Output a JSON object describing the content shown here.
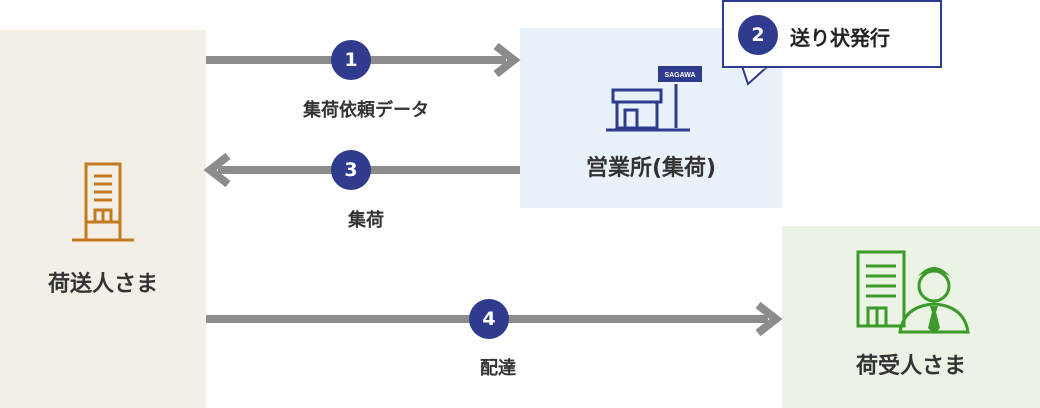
{
  "sender": {
    "label": "荷送人さま"
  },
  "office": {
    "label": "営業所(集荷)",
    "sign": "SAGAWA"
  },
  "receiver": {
    "label": "荷受人さま"
  },
  "steps": [
    {
      "number": "1",
      "label": "集荷依頼データ"
    },
    {
      "number": "2",
      "label": "送り状発行"
    },
    {
      "number": "3",
      "label": "集荷"
    },
    {
      "number": "4",
      "label": "配達"
    }
  ],
  "colors": {
    "badge": "#2f3b8c",
    "arrow": "#8c8c8c",
    "sender_icon": "#c27a1e",
    "receiver_icon": "#3a9a2a"
  }
}
